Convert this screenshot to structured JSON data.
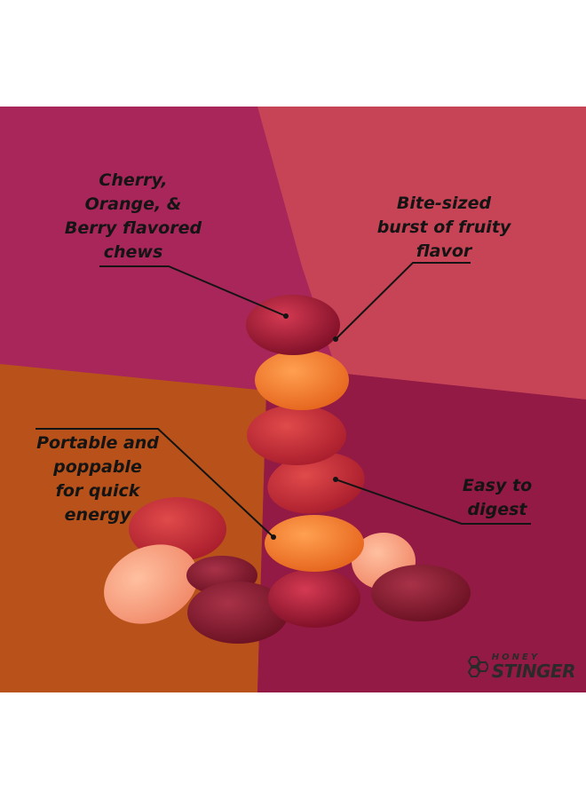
{
  "callouts": {
    "cherry": [
      "Cherry,",
      "Orange, &",
      "Berry flavored",
      "chews"
    ],
    "bite": [
      "Bite-sized",
      "burst of fruity",
      "flavor"
    ],
    "portable": [
      "Portable and",
      "poppable",
      "for quick",
      "energy"
    ],
    "digest": [
      "Easy to",
      "digest"
    ]
  },
  "logo": {
    "line1": "HONEY",
    "line2": "STINGER"
  },
  "colors": {
    "magenta": "#a8265a",
    "rose": "#c74456",
    "orange": "#b8521a",
    "berry": "#931a44",
    "text": "#141414"
  }
}
